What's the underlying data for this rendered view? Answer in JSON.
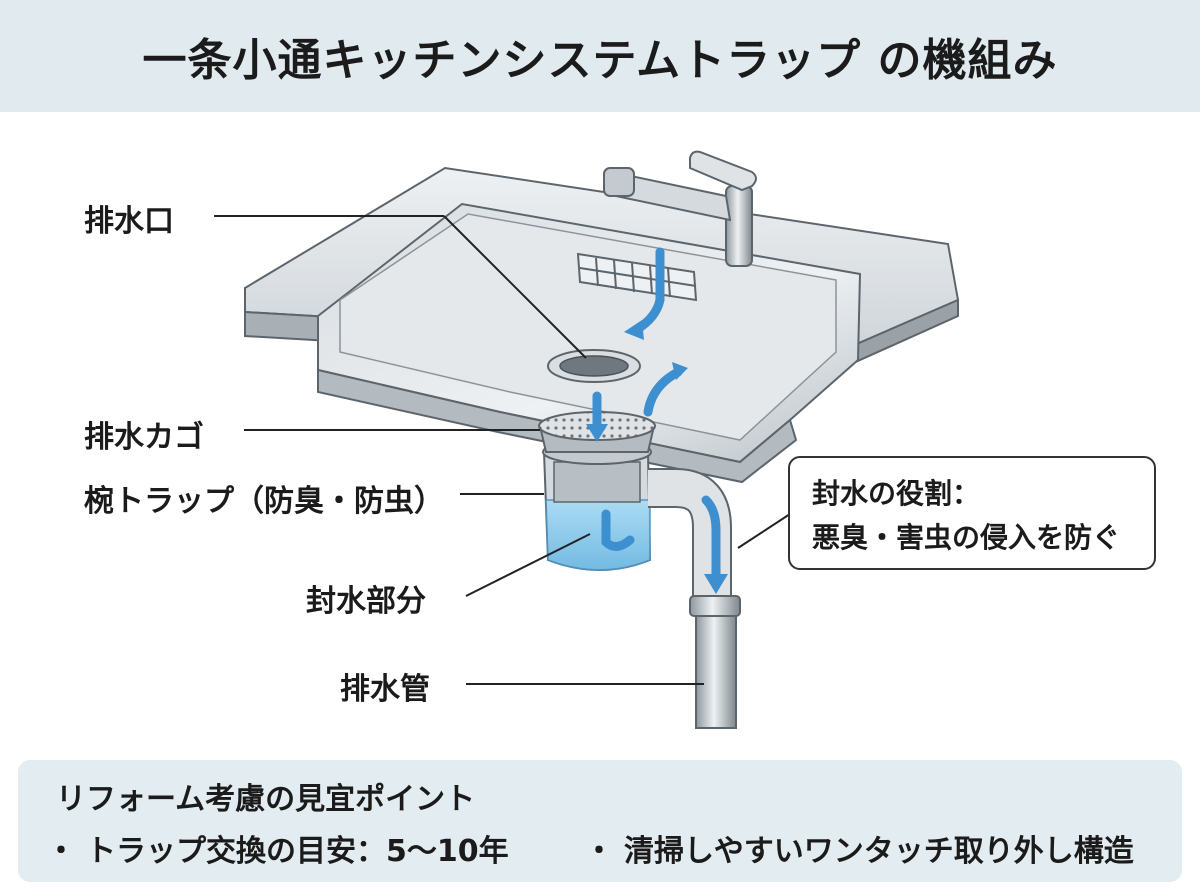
{
  "header": {
    "title": "一条小通キッチンシステムトラップ の機組み"
  },
  "labels": {
    "drain_outlet": "排水口",
    "drain_basket": "排水カゴ",
    "bowl_trap": "椀トラップ（防臭・防虫）",
    "seal_water": "封水部分",
    "drain_pipe": "排水管"
  },
  "callout": {
    "line1": "封水の役割：",
    "line2": "悪臭・害虫の侵入を防ぐ"
  },
  "panel": {
    "title": "リフォーム考慮の見宜ポイント",
    "bullet": "・",
    "points": [
      "トラップ交換の目安：5〜10年",
      "清掃しやすいワンタッチ取り外し構造"
    ]
  },
  "colors": {
    "header_bg": "#e1ebef",
    "panel_bg": "#e3ecf0",
    "flow_arrow": "#3d8fd0",
    "water": "#8fcff0",
    "steel": "#c4cacf"
  }
}
